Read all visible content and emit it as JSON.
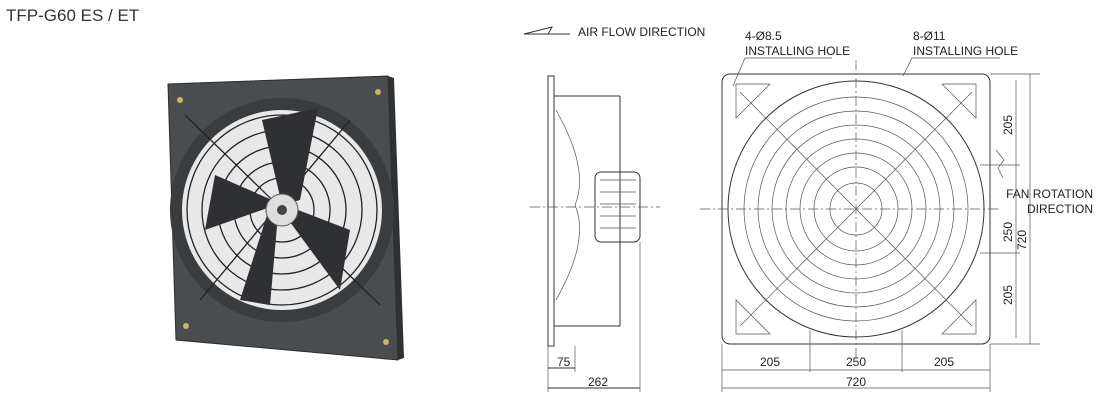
{
  "title": "TFP-G60 ES / ET",
  "labels": {
    "air_flow": "AIR FLOW DIRECTION",
    "hole_small_spec": "4-Ø8.5",
    "hole_small_label": "INSTALLING HOLE",
    "hole_large_spec": "8-Ø11",
    "hole_large_label": "INSTALLING HOLE",
    "rotation_line1": "FAN ROTATION",
    "rotation_line2": "DIRECTION"
  },
  "side_view_dims": {
    "flange": "75",
    "depth": "262"
  },
  "front_view_dims": {
    "bottom": [
      "205",
      "250",
      "205"
    ],
    "bottom_total": "720",
    "right": [
      "205",
      "250",
      "205"
    ],
    "right_total": "720"
  },
  "colors": {
    "frame": "#4a4d50",
    "blade": "#2e3033",
    "line": "#333333"
  }
}
